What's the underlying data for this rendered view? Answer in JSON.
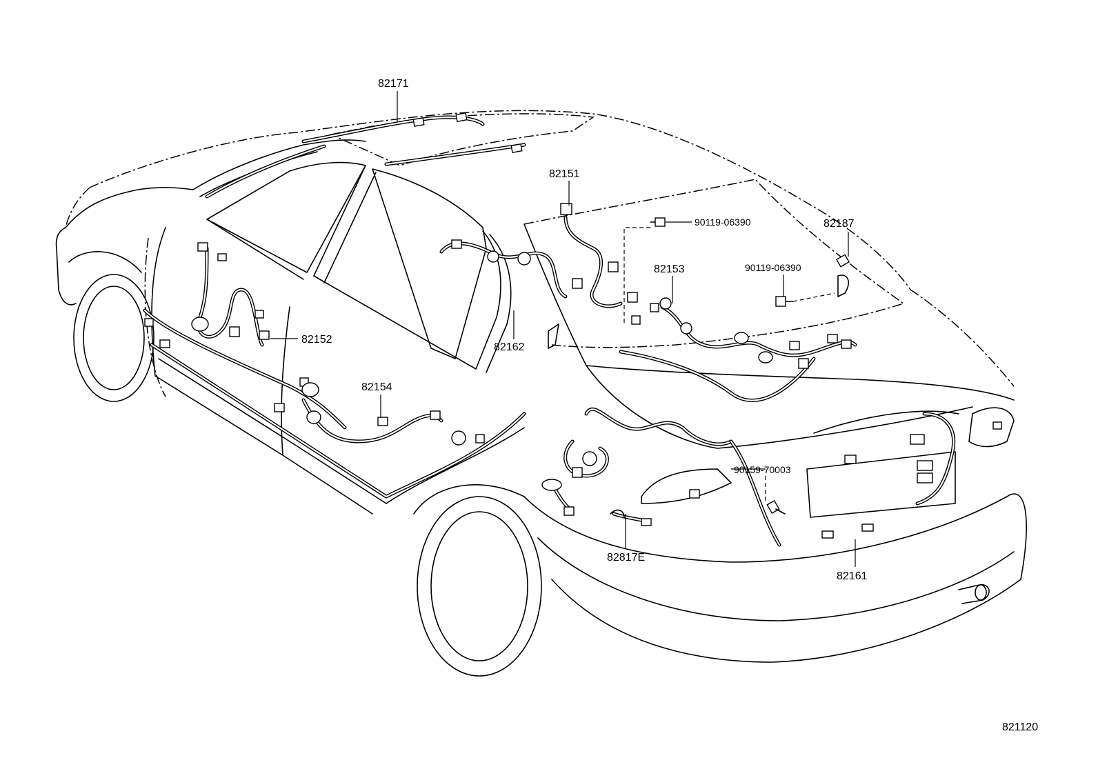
{
  "callouts": {
    "roof_wire": "82171",
    "rear_wire_upper": "82151",
    "bolt_top": "90119-06390",
    "clamp_part": "82187",
    "rear_wire_mid": "82153",
    "bolt_mid": "90119-06390",
    "front_door_wire": "82152",
    "harness_link": "82162",
    "rear_door_wire": "82154",
    "screw_bottom": "90159-70003",
    "trunk_wire_sub": "82817E",
    "trunk_wire": "82161"
  },
  "diagram_code": "821120"
}
